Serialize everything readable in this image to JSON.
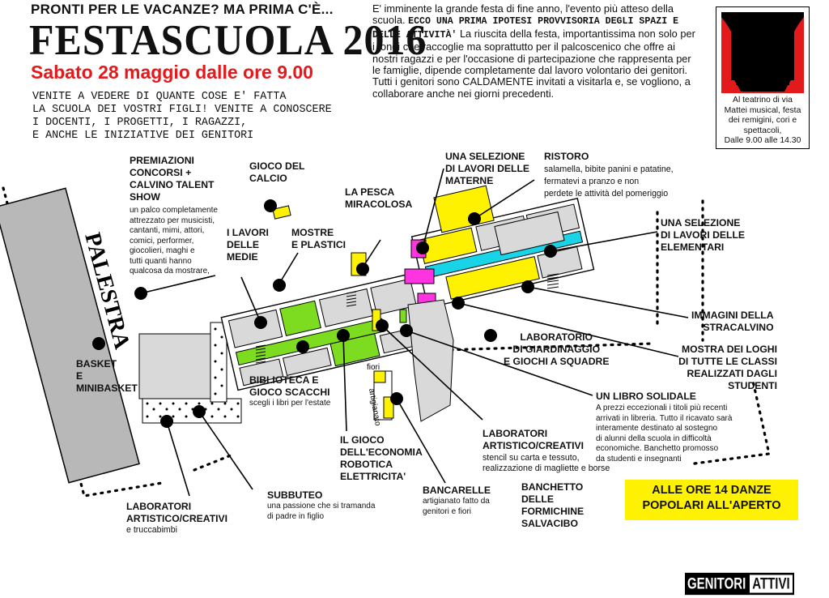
{
  "header": {
    "intro": "PRONTI PER LE VACANZE? MA PRIMA C'È...",
    "title": "FESTASCUOLA 2016",
    "date": "Sabato 28 maggio dalle ore 9.00",
    "invite_lines": [
      "VENITE A VEDERE DI QUANTE COSE E' FATTA",
      "LA SCUOLA DEI VOSTRI FIGLI! VENITE A CONOSCERE",
      "I DOCENTI, I PROGETTI, I RAGAZZI,",
      "E ANCHE LE INIZIATIVE DEI GENITORI"
    ]
  },
  "description": {
    "intro": "E' imminente la grande festa di fine anno, l'evento più atteso della scuola.",
    "highlight": "ECCO UNA PRIMA IPOTESI PROVVISORIA DEGLI SPAZI E DELLE ATTIVITÀ'",
    "body": "La riuscita della festa, importantissima non solo per i fondi che raccoglie ma soprattutto per il palcoscenico che offre ai nostri ragazzi e per l'occasione di partecipazione che rappresenta per le famiglie, dipende completamente dal lavoro volontario dei genitori. Tutti i genitori sono CALDAMENTE invitati a visitarla e, se vogliono, a collaborare anche nei giorni precedenti."
  },
  "theatre": {
    "text": "Al teatrino di via Mattei  musical, festa dei remigini, cori e spettacoli,",
    "time": "Dalle 9.00 alle 14.30"
  },
  "map": {
    "palestra": "PALESTRA",
    "fiori": "fiori",
    "artigianato": "artigianato",
    "labels": {
      "premiazioni": {
        "title": [
          "PREMIAZIONI",
          "CONCORSI +",
          "CALVINO TALENT",
          "SHOW"
        ],
        "desc": [
          "un palco completamente",
          "attrezzato per musicisti,",
          "cantanti, mimi, attori,",
          "comici, performer,",
          "giocolieri, maghi e",
          "tutti quanti hanno",
          "qualcosa da mostrare,"
        ]
      },
      "calcio": {
        "title": [
          "GIOCO DEL",
          "CALCIO"
        ]
      },
      "pesca": {
        "title": [
          "LA PESCA",
          "MIRACOLOSA"
        ]
      },
      "materne": {
        "title": [
          "UNA SELEZIONE",
          "DI LAVORI DELLE",
          "MATERNE"
        ]
      },
      "ristoro": {
        "title": [
          "RISTORO"
        ],
        "desc": [
          "salamella, bibite  panini e patatine,",
          "fermatevi a  pranzo e non",
          "perdete le attività del pomeriggio"
        ]
      },
      "elementari": {
        "title": [
          "UNA SELEZIONE",
          "DI LAVORI DELLE",
          "ELEMENTARI"
        ]
      },
      "medie": {
        "title": [
          "I LAVORI",
          "DELLE",
          "MEDIE"
        ]
      },
      "mostre": {
        "title": [
          "MOSTRE",
          "E PLASTICI"
        ]
      },
      "immagini": {
        "title": [
          "IMMAGINI DELLA",
          "STRACALVINO"
        ]
      },
      "giardinaggio": {
        "title": [
          "LABORATORIO",
          "DI GIARDINAGGIO",
          "E GIOCHI A SQUADRE"
        ]
      },
      "loghi": {
        "title": [
          "MOSTRA DEI LOGHI",
          "DI TUTTE LE CLASSI",
          "REALIZZATI DAGLI STUDENTI"
        ]
      },
      "basket": {
        "title": [
          "BASKET",
          "E",
          "MINIBASKET"
        ]
      },
      "biblioteca": {
        "title": [
          "BIBLIOTECA E",
          "GIOCO SCACCHI"
        ],
        "desc": [
          "scegli i libri per l'estate"
        ]
      },
      "libro": {
        "title": [
          "UN LIBRO SOLIDALE"
        ],
        "desc": [
          "A prezzi eccezionali i titoli più recenti",
          "arrivati in libreria. Tutto il ricavato sarà",
          "interamente destinato al sostegno",
          "di alunni della scuola in difficoltà",
          "economiche. Banchetto promosso",
          "da studenti e insegnanti"
        ]
      },
      "economia": {
        "title": [
          "IL GIOCO",
          "DELL'ECONOMIA",
          "ROBOTICA",
          "ELETTRICITA'"
        ]
      },
      "artistici_right": {
        "title": [
          "LABORATORI",
          "ARTISTICO/CREATIVI"
        ],
        "desc": [
          "stencil su carta e tessuto,",
          "realizzazione di magliette e borse"
        ]
      },
      "bancarelle": {
        "title": [
          "BANCARELLE"
        ],
        "desc": [
          "artigianato fatto da",
          "genitori e fiori"
        ]
      },
      "formichine": {
        "title": [
          "BANCHETTO",
          "DELLE",
          "FORMICHINE",
          "SALVACIBO"
        ]
      },
      "subbuteo": {
        "title": [
          "SUBBUTEO"
        ],
        "desc": [
          "una passione che si tramanda",
          "di padre in figlio"
        ]
      },
      "artistici_left": {
        "title": [
          "LABORATORI",
          "ARTISTICO/CREATIVI"
        ],
        "desc": [
          "e  truccabimbi"
        ]
      }
    }
  },
  "notice": {
    "line1": "ALLE ORE 14 DANZE",
    "line2": "POPOLARI ALL'APERTO"
  },
  "logo": {
    "part1": "GENITORI",
    "part2": "ATTIVI"
  },
  "colors": {
    "red": "#e3191b",
    "yellow": "#fff200",
    "green": "#7ddc1f",
    "cyan": "#19d3e6",
    "magenta": "#ff33e0"
  }
}
